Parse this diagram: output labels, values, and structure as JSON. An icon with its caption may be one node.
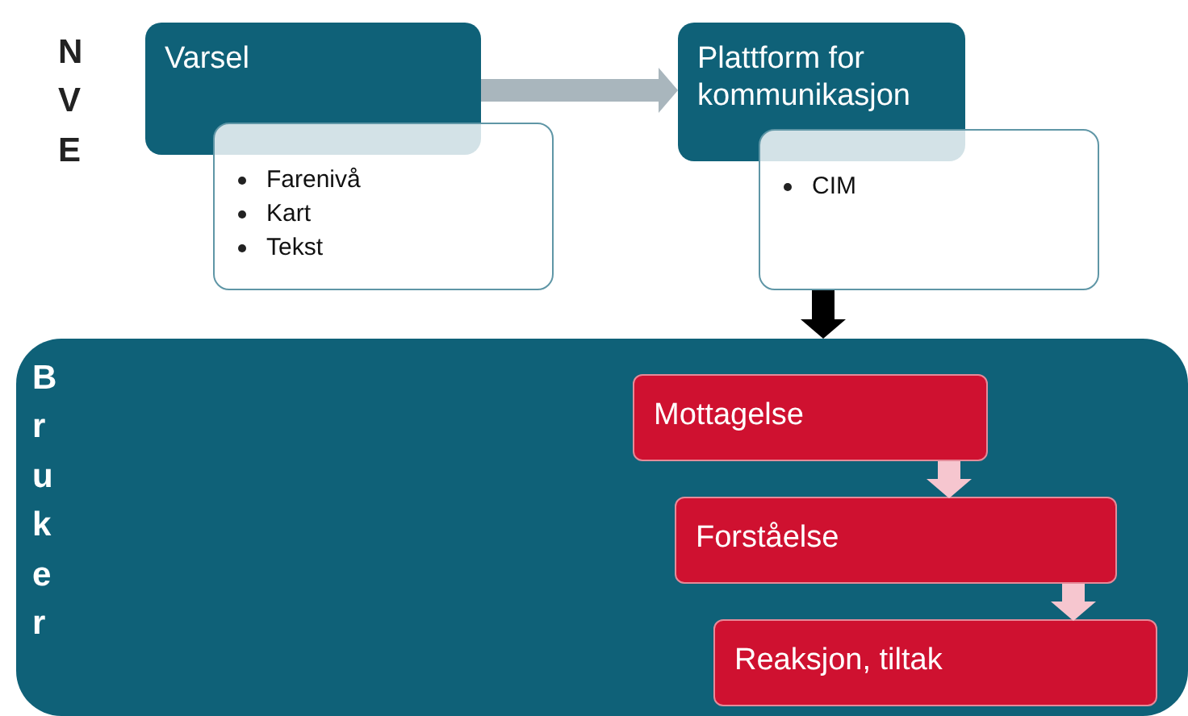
{
  "diagram": {
    "nodes": [
      {
        "text": [
          "Varsel"
        ]
      },
      {
        "text": [
          "Farenivå",
          "Kart",
          "Tekst"
        ]
      },
      {
        "text": [
          "Plattform for kommunikasjon"
        ]
      },
      {
        "text": [
          "CIM"
        ]
      },
      {
        "text": [
          "Bruker"
        ]
      },
      {
        "text": [
          "Mottagelse"
        ],
        "in": 4
      },
      {
        "text": [
          "Forståelse"
        ],
        "in": 4
      },
      {
        "text": [
          "Reaksjon, tiltak"
        ],
        "in": 4
      }
    ],
    "edges": [
      {
        "from": 0,
        "to": 2,
        "arrow": "to",
        "color": "#a9b6bd"
      },
      {
        "from": 3,
        "to": 4,
        "arrow": "to",
        "color": "#000000"
      },
      {
        "from": 5,
        "to": 6,
        "arrow": "to",
        "color": "#f6c6cf"
      },
      {
        "from": 6,
        "to": 7,
        "arrow": "to",
        "color": "#f6c6cf"
      }
    ],
    "labels": [
      "NVE"
    ]
  }
}
